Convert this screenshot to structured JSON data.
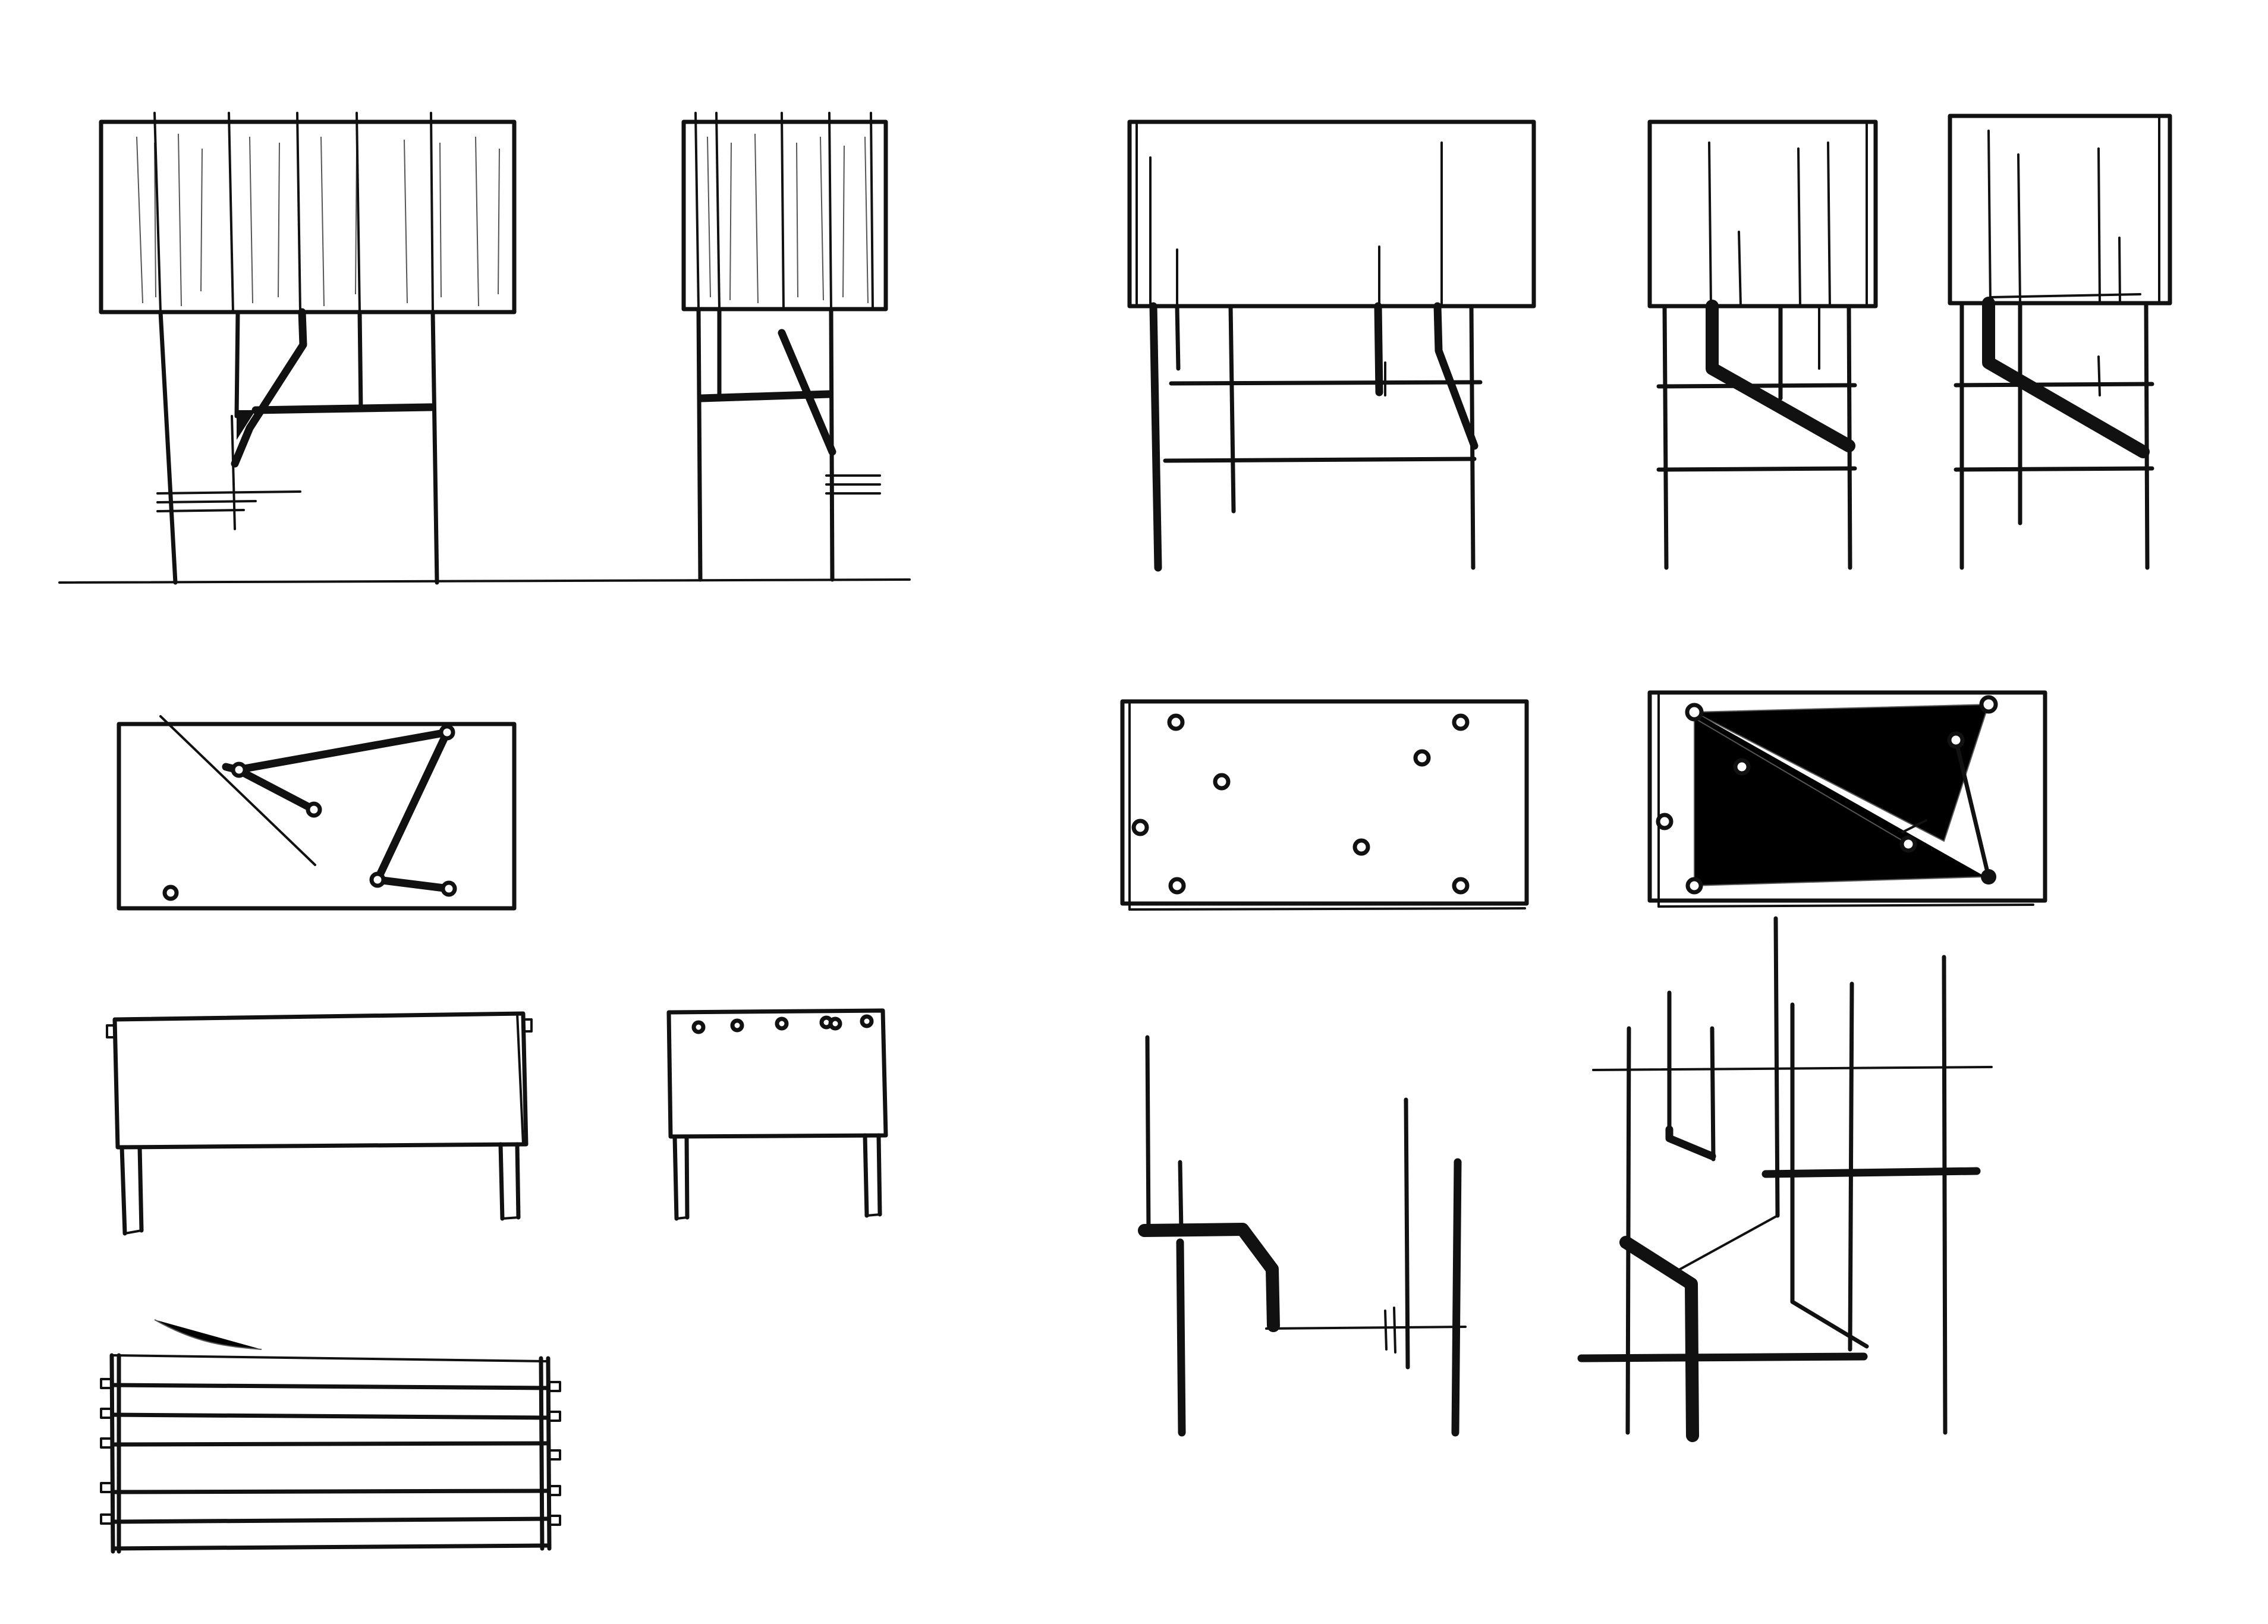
{
  "sheet": {
    "background": "#ffffff",
    "ink_color": "#111111",
    "sketches": [
      "curtain-table-front-elevation",
      "curtain-table-side-elevation",
      "table-front-elevation-crossbars",
      "table-side-elevation-a",
      "table-side-elevation-b",
      "tabletop-plan-with-struts",
      "tabletop-plan-dots",
      "tabletop-plan-dots-connected",
      "table-front-simple",
      "table-side-simple",
      "tabletop-slatted-plan",
      "abstract-line-study-a",
      "abstract-line-study-b"
    ]
  }
}
